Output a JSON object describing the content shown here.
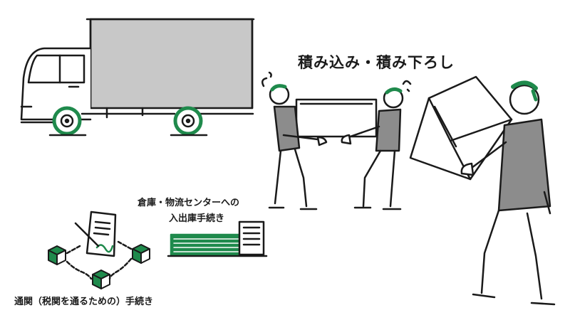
{
  "labels": {
    "loading_title": "積み込み・積み下ろし",
    "warehouse_line1": "倉庫・物流センターへの",
    "warehouse_line2": "入出庫手続き",
    "customs": "通関（税関を通るための）手続き"
  },
  "icons": [
    "delivery-truck-illustration",
    "two-workers-carrying-box-illustration",
    "worker-holding-box-illustration",
    "warehouse-building-icon",
    "document-blockchain-icon"
  ],
  "colors": {
    "accent_green": "#1f8a4c",
    "truck_gray": "#c8c8c8",
    "shirt_gray": "#8c8c8c",
    "line_dark": "#1a1a1a"
  }
}
